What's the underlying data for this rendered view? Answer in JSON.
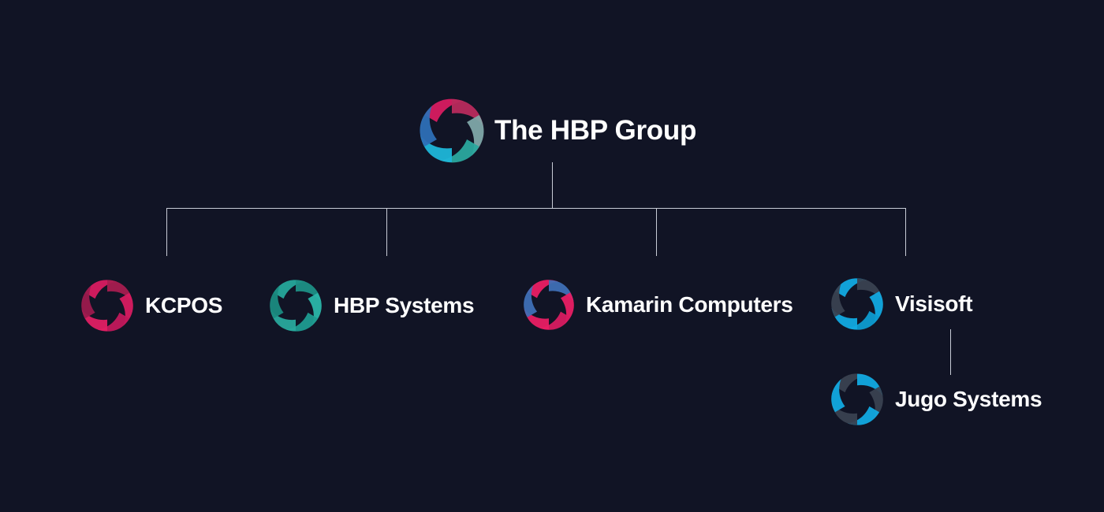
{
  "colors": {
    "background": "#111425",
    "connector": "#c8ccd6",
    "text": "#ffffff"
  },
  "org": {
    "root": {
      "name": "The HBP Group",
      "logo": "hbp-multicolor-logo-icon",
      "logo_colors": [
        "#d81b60",
        "#b82a5c",
        "#7fa7a8",
        "#2ba89e",
        "#1fb6d8",
        "#2e6fb6"
      ]
    },
    "children": [
      {
        "name": "KCPOS",
        "logo": "kcpos-logo-icon",
        "logo_colors": [
          "#d81b60",
          "#a71c4f",
          "#d81b60",
          "#c2185b",
          "#e01f63",
          "#9c1a4d"
        ]
      },
      {
        "name": "HBP Systems",
        "logo": "hbp-systems-logo-icon",
        "logo_colors": [
          "#26a69a",
          "#1e8f85",
          "#2bb5a8",
          "#1f9b90",
          "#29a89c",
          "#1b8a80"
        ]
      },
      {
        "name": "Kamarin Computers",
        "logo": "kamarin-logo-icon",
        "logo_colors": [
          "#e91e63",
          "#3f6fb5",
          "#e91e63",
          "#d81b60",
          "#e91e63",
          "#3f6fb5"
        ]
      },
      {
        "name": "Visisoft",
        "logo": "visisoft-logo-icon",
        "logo_colors": [
          "#12a9e0",
          "#3a4150",
          "#12a9e0",
          "#0e9bd0",
          "#12a9e0",
          "#3a4150"
        ],
        "children": [
          {
            "name": "Jugo Systems",
            "logo": "jugo-logo-icon",
            "logo_colors": [
              "#3a4150",
              "#12a9e0",
              "#3a4150",
              "#12a9e0",
              "#3a4150",
              "#12a9e0"
            ]
          }
        ]
      }
    ]
  }
}
